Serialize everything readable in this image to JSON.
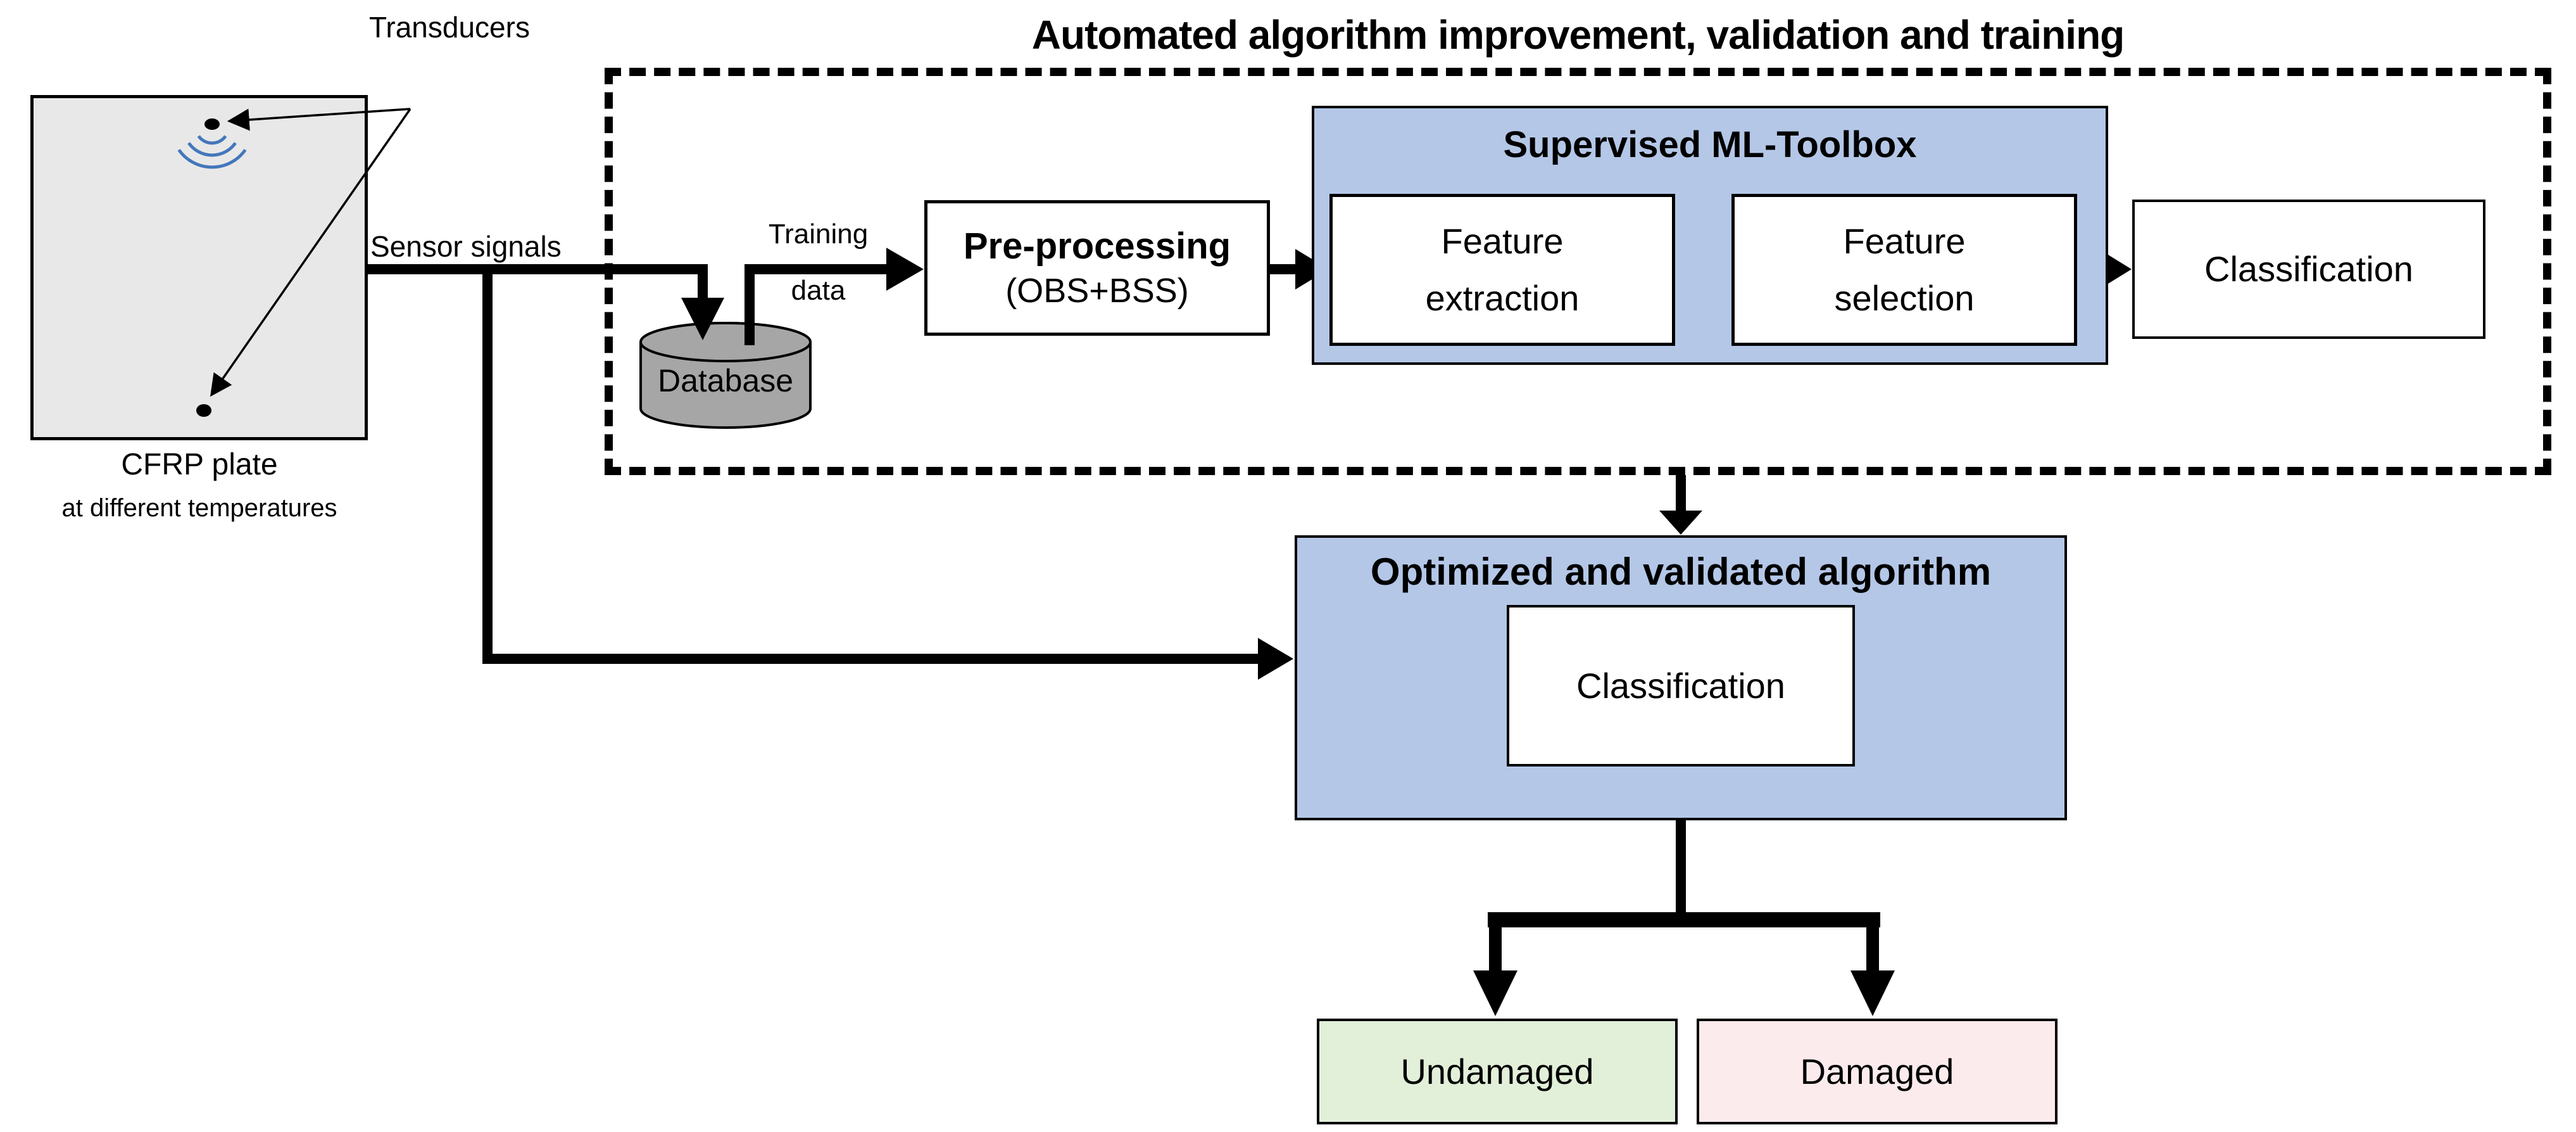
{
  "title": "Automated algorithm improvement, validation and training",
  "labels": {
    "transducers": "Transducers",
    "sensor_signals": "Sensor signals",
    "training": "Training",
    "data": "data",
    "database": "Database",
    "plate_caption": "CFRP plate",
    "plate_caption_sub": "at different temperatures"
  },
  "boxes": {
    "pre_processing": {
      "line1": "Pre-processing",
      "line2": "(OBS+BSS)"
    },
    "ml_toolbox": {
      "title": "Supervised ML-Toolbox",
      "feature_extraction": {
        "line1": "Feature",
        "line2": "extraction"
      },
      "feature_selection": {
        "line1": "Feature",
        "line2": "selection"
      }
    },
    "classification": "Classification",
    "optimized": {
      "title": "Optimized and validated algorithm",
      "classification": "Classification"
    },
    "outcomes": {
      "undamaged": "Undamaged",
      "damaged": "Damaged"
    }
  },
  "colors": {
    "accent_blue": "#b4c7e7",
    "plate_gray": "#e8e8e8",
    "database_gray": "#a6a6a6",
    "undamaged_green": "#e2efd9",
    "damaged_pink": "#fbebec",
    "line_black": "#000000",
    "wave_blue": "#4477bb"
  }
}
